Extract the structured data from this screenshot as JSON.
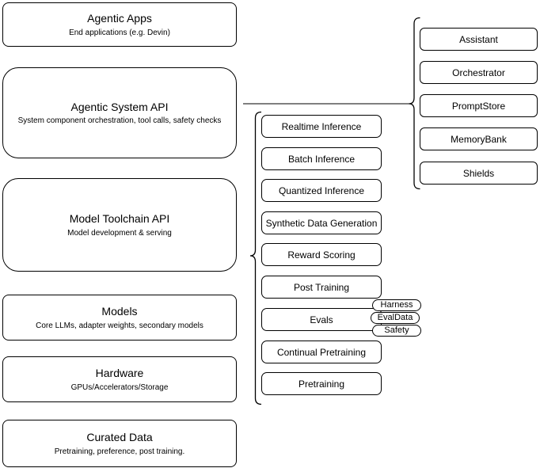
{
  "colors": {
    "background": "#ffffff",
    "node_fill": "#ffffff",
    "node_stroke": "#000000",
    "connector_line": "#808080"
  },
  "stack": [
    {
      "title": "Agentic Apps",
      "subtitle": "End applications (e.g. Devin)"
    },
    {
      "title": "Agentic System API",
      "subtitle": "System component orchestration, tool calls, safety checks"
    },
    {
      "title": "Model Toolchain API",
      "subtitle": "Model development & serving"
    },
    {
      "title": "Models",
      "subtitle": "Core LLMs, adapter weights, secondary models"
    },
    {
      "title": "Hardware",
      "subtitle": "GPUs/Accelerators/Storage"
    },
    {
      "title": "Curated Data",
      "subtitle": "Pretraining, preference, post training."
    }
  ],
  "toolchain_components": [
    "Realtime Inference",
    "Batch Inference",
    "Quantized Inference",
    "Synthetic Data Generation",
    "Reward Scoring",
    "Post Training",
    "Evals",
    "Continual Pretraining",
    "Pretraining"
  ],
  "evals_tags": [
    "Harness",
    "EvalData",
    "Safety"
  ],
  "system_components": [
    "Assistant",
    "Orchestrator",
    "PromptStore",
    "MemoryBank",
    "Shields"
  ]
}
